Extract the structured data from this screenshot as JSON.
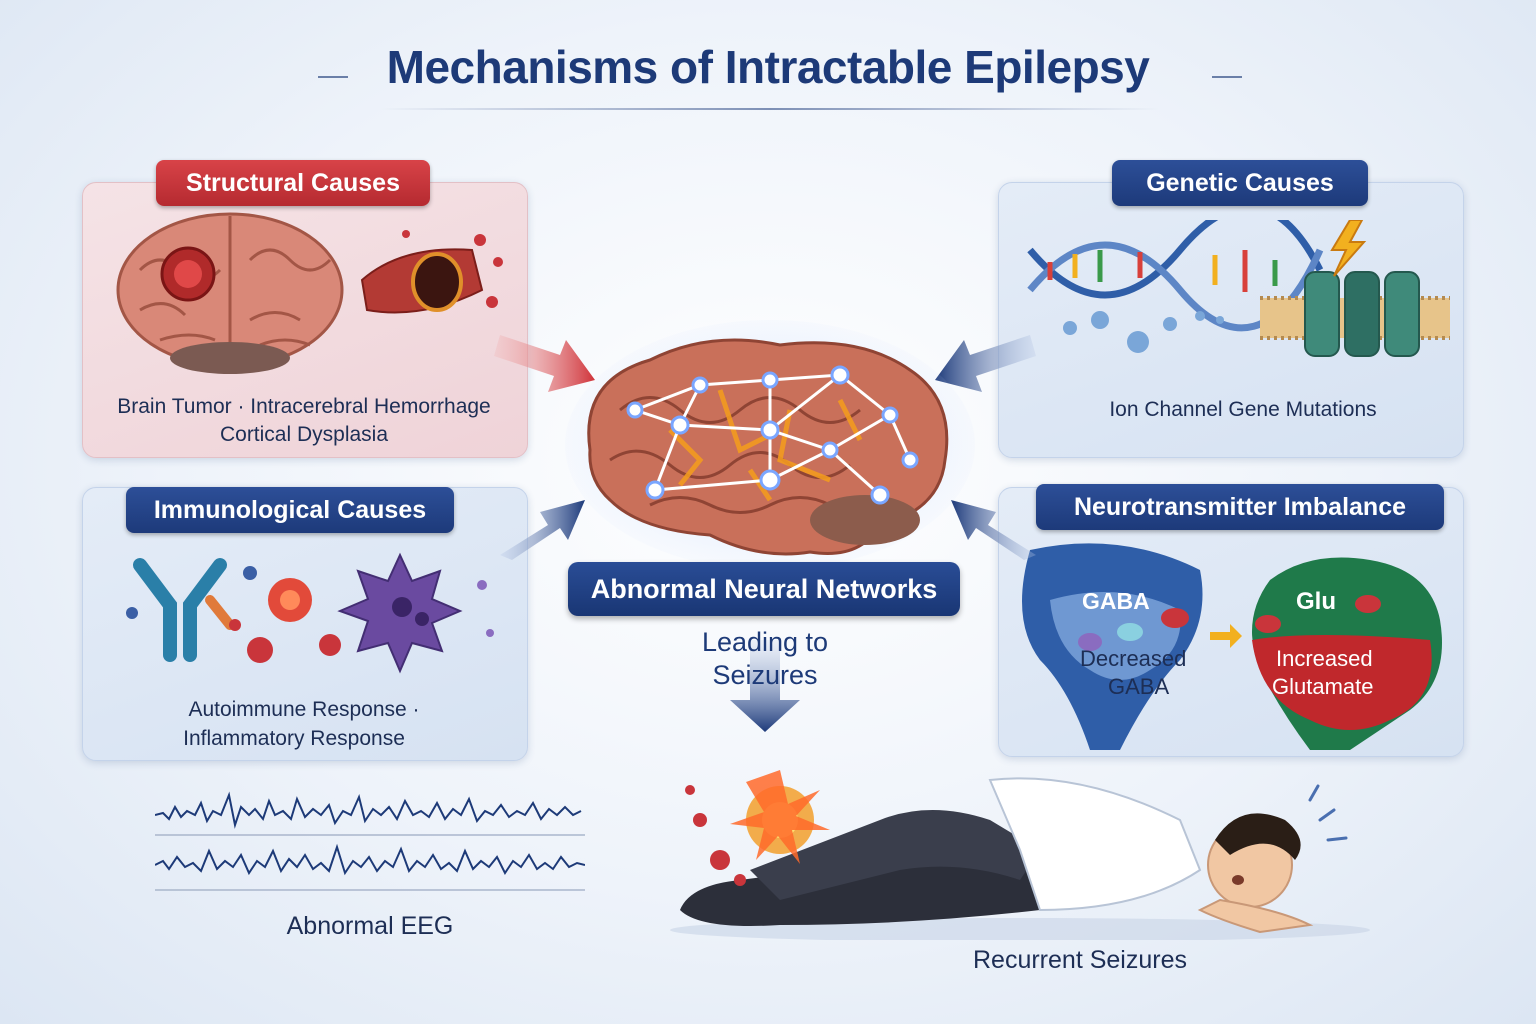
{
  "title": "Mechanisms of Intractable Epilepsy",
  "panels": {
    "structural": {
      "label": "Structural Causes",
      "line1": "Brain Tumor · Intracerebral Hemorrhage",
      "line2": "Cortical Dysplasia"
    },
    "genetic": {
      "label": "Genetic Causes",
      "line1": "Ion Channel Gene Mutations"
    },
    "immunological": {
      "label": "Immunological Causes",
      "line1": "Autoimmune Response ·",
      "line2": "Inflammatory Response"
    },
    "neurotransmitter": {
      "label": "Neurotransmitter Imbalance",
      "gaba": "GABA",
      "decreased_1": "Decreased",
      "decreased_2": "GABA",
      "glu": "Glu",
      "increased_1": "Increased",
      "increased_2": "Glutamate"
    }
  },
  "center": {
    "network_label": "Abnormal Neural Networks",
    "leading_1": "Leading to",
    "leading_2": "Seizures"
  },
  "eeg": {
    "label": "Abnormal EEG"
  },
  "seizure": {
    "label": "Recurrent Seizures"
  },
  "colors": {
    "navy": "#1d3a78",
    "red": "#c9353b",
    "orange": "#f29a1f",
    "brain": "#c9705a"
  }
}
